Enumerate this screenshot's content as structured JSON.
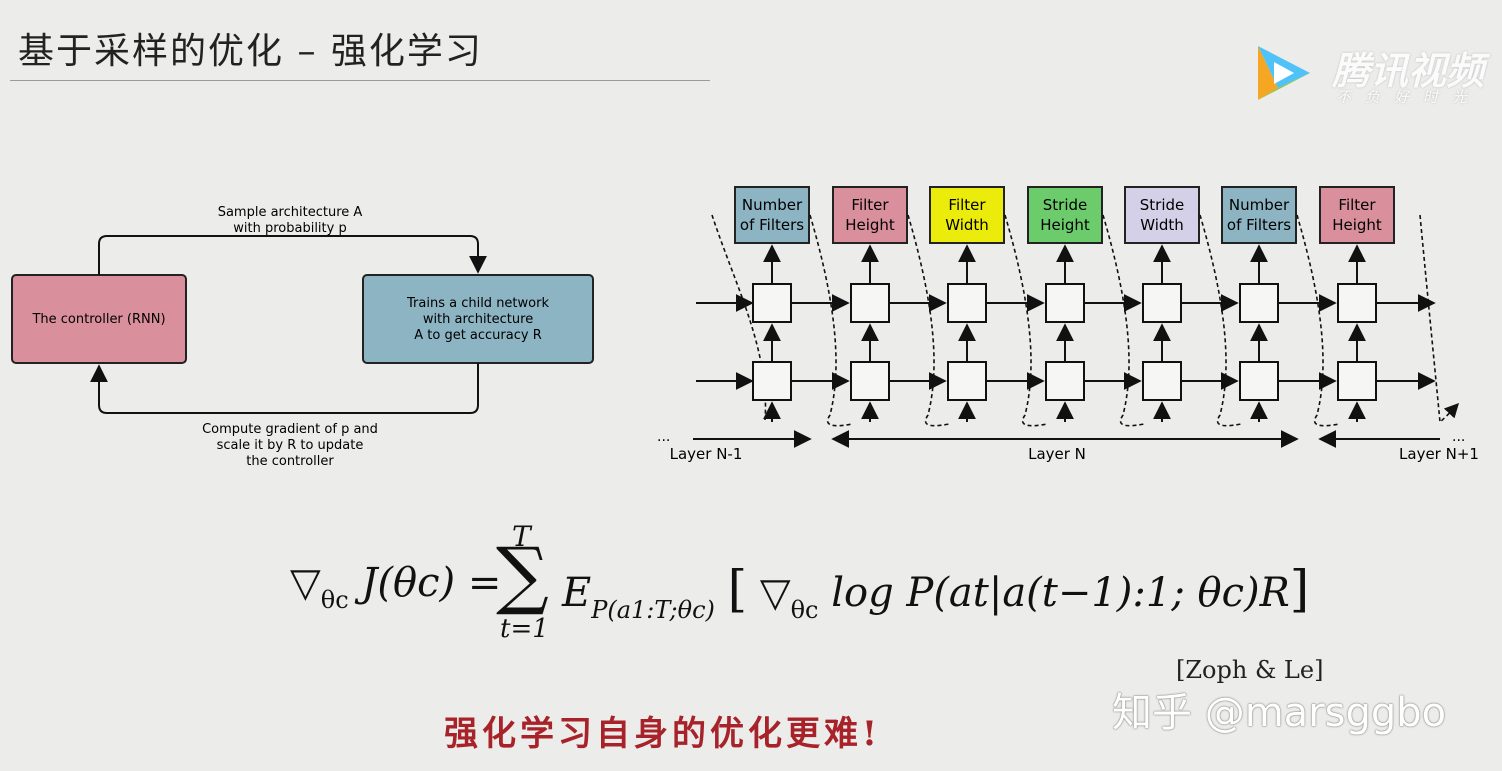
{
  "slide": {
    "title": "基于采样的优化 – 强化学习",
    "conclusion": "强化学习自身的优化更难!",
    "citation": "[Zoph & Le]",
    "watermark": "知乎 @marsggbo"
  },
  "logo": {
    "name": "腾讯视频",
    "slogan": "不负好时光",
    "colors": [
      "#f5a623",
      "#4fc3f7",
      "#8bc34a",
      "#ffffff"
    ]
  },
  "loop_diagram": {
    "controller_label": "The controller (RNN)",
    "child_lines": [
      "Trains a child network",
      "with architecture",
      "A to get accuracy R"
    ],
    "top_arrow_lines": [
      "Sample architecture A",
      "with probability p"
    ],
    "bottom_arrow_lines": [
      "Compute gradient of p and",
      "scale it by R to update",
      "the controller"
    ],
    "colors": {
      "controller": "#d9909c",
      "child": "#8cb4c3"
    }
  },
  "rnn_diagram": {
    "outputs": [
      {
        "lines": [
          "Number",
          "of Filters"
        ],
        "color": "#8cb4c3"
      },
      {
        "lines": [
          "Filter",
          "Height"
        ],
        "color": "#d9909c"
      },
      {
        "lines": [
          "Filter",
          "Width"
        ],
        "color": "#ecec0c"
      },
      {
        "lines": [
          "Stride",
          "Height"
        ],
        "color": "#6ccc6c"
      },
      {
        "lines": [
          "Stride",
          "Width"
        ],
        "color": "#d4d0e8"
      },
      {
        "lines": [
          "Number",
          "of Filters"
        ],
        "color": "#8cb4c3"
      },
      {
        "lines": [
          "Filter",
          "Height"
        ],
        "color": "#d9909c"
      }
    ],
    "layer_labels": [
      "Layer N-1",
      "Layer N",
      "Layer N+1"
    ],
    "ellipsis": "..."
  },
  "formula": {
    "lhs_nabla": "▽",
    "lhs_sub": "θc",
    "lhs_body": "J(θc) =",
    "sum_top": "T",
    "sum_symbol": "∑",
    "sum_bottom": "t=1",
    "expect": "E",
    "expect_sub": "P(a1:T;θc)",
    "bracket_open": "[",
    "inner_nabla": "▽",
    "inner_sub": "θc",
    "inner_body": "log P(at|a(t−1):1; θc)R",
    "bracket_close": "]"
  }
}
